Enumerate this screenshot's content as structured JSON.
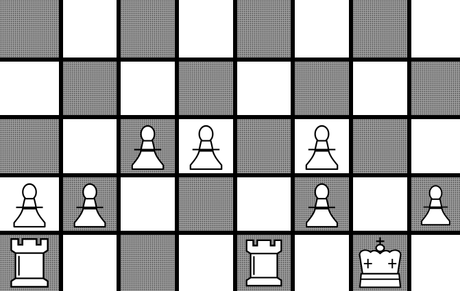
{
  "board": {
    "files": 8,
    "ranks": 5,
    "dark_first": true,
    "colors": {
      "dark": "#8a8a8a",
      "light": "#ffffff",
      "line": "#000000"
    }
  },
  "pieces": [
    {
      "type": "pawn",
      "color": "white",
      "row": 2,
      "col": 2
    },
    {
      "type": "pawn",
      "color": "white",
      "row": 2,
      "col": 3
    },
    {
      "type": "pawn",
      "color": "white",
      "row": 2,
      "col": 5
    },
    {
      "type": "pawn",
      "color": "white",
      "row": 3,
      "col": 0
    },
    {
      "type": "pawn",
      "color": "white",
      "row": 3,
      "col": 1
    },
    {
      "type": "pawn",
      "color": "white",
      "row": 3,
      "col": 5
    },
    {
      "type": "pawn",
      "color": "white",
      "row": 3,
      "col": 7
    },
    {
      "type": "rook",
      "color": "white",
      "row": 4,
      "col": 0
    },
    {
      "type": "rook",
      "color": "white",
      "row": 4,
      "col": 4
    },
    {
      "type": "king",
      "color": "white",
      "row": 4,
      "col": 6
    }
  ]
}
